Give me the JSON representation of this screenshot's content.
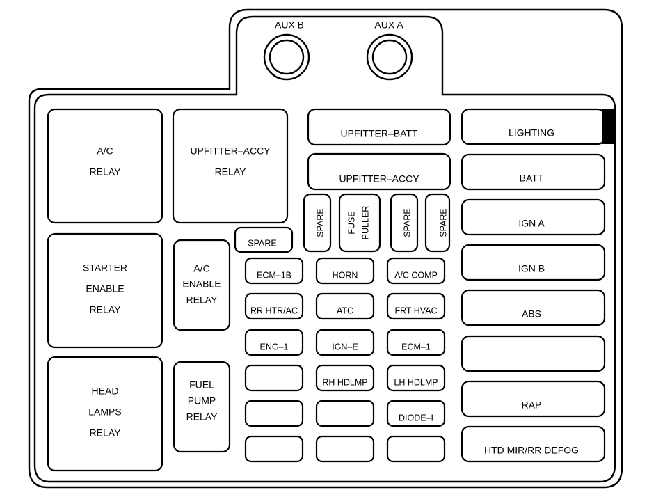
{
  "aux": {
    "b": "AUX  B",
    "a": "AUX  A"
  },
  "relays": {
    "ac_relay": [
      "A/C",
      "RELAY"
    ],
    "starter_enable_relay": [
      "STARTER",
      "ENABLE",
      "RELAY"
    ],
    "headlamps_relay": [
      "HEAD",
      "LAMPS",
      "RELAY"
    ],
    "upfitter_accy_relay": [
      "UPFITTER–ACCY",
      "RELAY"
    ],
    "ac_enable_relay": [
      "A/C",
      "ENABLE",
      "RELAY"
    ],
    "fuel_pump_relay": [
      "FUEL",
      "PUMP",
      "RELAY"
    ]
  },
  "maxi_fuses": {
    "upfitter_batt": "UPFITTER–BATT",
    "upfitter_accy": "UPFITTER–ACCY"
  },
  "vertical_slots": {
    "spare_1": "SPARE",
    "fuse_puller": [
      "FUSE",
      "PULLER"
    ],
    "spare_2": "SPARE",
    "spare_3": "SPARE"
  },
  "spare_small": "SPARE",
  "mini_fuses": [
    [
      "ECM–1B",
      "HORN",
      "A/C COMP"
    ],
    [
      "RR HTR/AC",
      "ATC",
      "FRT HVAC"
    ],
    [
      "ENG–1",
      "IGN–E",
      "ECM–1"
    ],
    [
      "",
      "RH HDLMP",
      "LH HDLMP"
    ],
    [
      "",
      "",
      "DIODE–I"
    ],
    [
      "",
      "",
      ""
    ]
  ],
  "right_fuses": [
    "LIGHTING",
    "BATT",
    "IGN A",
    "IGN B",
    "ABS",
    "",
    "RAP",
    "HTD MIR/RR DEFOG"
  ]
}
